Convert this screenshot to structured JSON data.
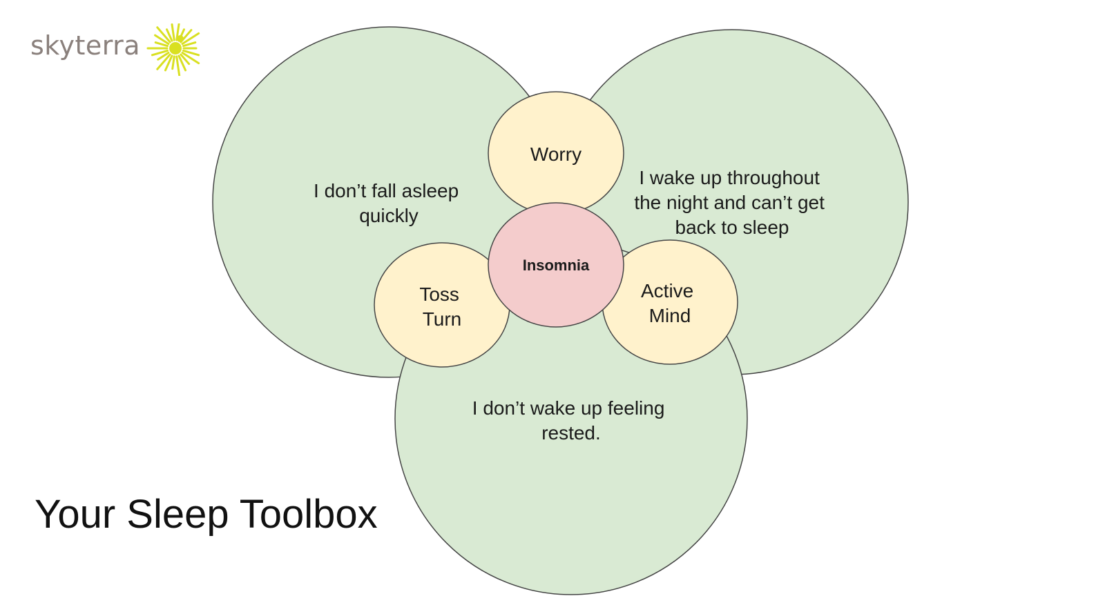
{
  "brand": {
    "name": "skyterra",
    "logo_icon": "sunburst-person-icon",
    "logo_color": "#d9e021"
  },
  "title": "Your Sleep Toolbox",
  "colors": {
    "outer_fill": "#d9ead3",
    "inner_fill": "#fff2cc",
    "center_fill": "#f4cccc",
    "stroke": "#444444"
  },
  "diagram": {
    "center": {
      "label": "Insomnia"
    },
    "outer": [
      {
        "lines": [
          "I don’t fall asleep",
          "quickly"
        ]
      },
      {
        "lines": [
          "I wake up throughout",
          "the night and can’t get",
          "back to sleep"
        ]
      },
      {
        "lines": [
          "I don’t wake up feeling",
          "rested."
        ]
      }
    ],
    "inner": [
      {
        "lines": [
          "Worry"
        ]
      },
      {
        "lines": [
          "Toss",
          "Turn"
        ]
      },
      {
        "lines": [
          "Active",
          "Mind"
        ]
      }
    ]
  }
}
